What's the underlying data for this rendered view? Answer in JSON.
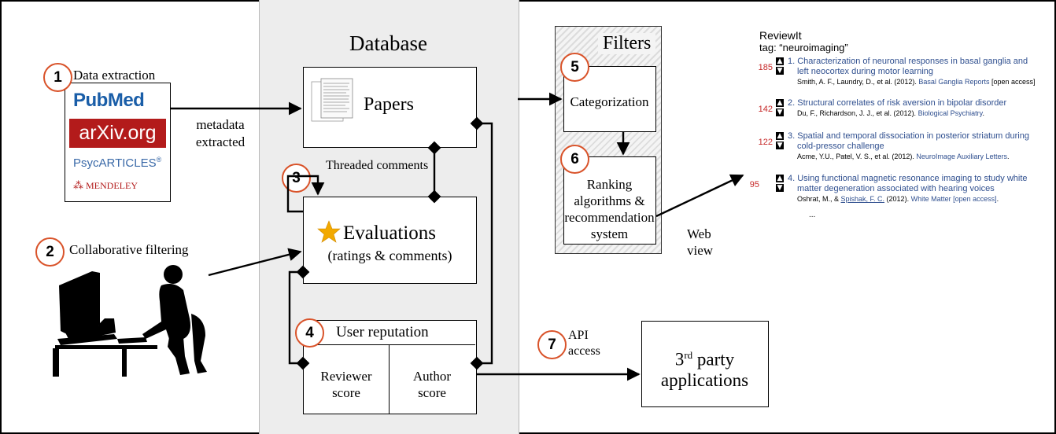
{
  "database": {
    "title": "Database"
  },
  "filters": {
    "title": "Filters"
  },
  "steps": {
    "data_extraction": {
      "num": "1",
      "label": "Data extraction"
    },
    "collaborative_filtering": {
      "num": "2",
      "label": "Collaborative filtering"
    },
    "threaded_comments": {
      "num": "3",
      "label": "Threaded comments"
    },
    "user_reputation": {
      "num": "4",
      "label": "User reputation"
    },
    "categorization": {
      "num": "5",
      "label": "Categorization"
    },
    "ranking": {
      "num": "6",
      "line1": "Ranking",
      "line2": "algorithms &",
      "line3": "recommendation",
      "line4": "system"
    },
    "api": {
      "num": "7",
      "line1": "API",
      "line2": "access"
    }
  },
  "sources": {
    "pubmed": "PubMed",
    "arxiv": "arXiv.org",
    "psycarticles": "PsycARTICLES",
    "psyc_reg": "®",
    "mendeley": "MENDELEY"
  },
  "labels": {
    "metadata_line1": "metadata",
    "metadata_line2": "extracted",
    "web_line1": "Web",
    "web_line2": "view"
  },
  "boxes": {
    "papers": "Papers",
    "evaluations": "Evaluations",
    "evaluations_sub": "(ratings & comments)",
    "reviewer_line1": "Reviewer",
    "reviewer_line2": "score",
    "author_line1": "Author",
    "author_line2": "score",
    "third_party_sup": "rd",
    "third_party_pre": "3",
    "third_party_line1_rest": " party",
    "third_party_line2": "applications"
  },
  "reviewit": {
    "app": "ReviewIt",
    "tag": "tag: “neuroimaging”",
    "items": [
      {
        "count": "185",
        "title_line1": "1. Characterization of neuronal responses in basal ganglia and",
        "title_line2": "left neocortex during motor learning",
        "cite_authors": "Smith, A. F., Laundry, D., et al. (2012). ",
        "cite_journal": "Basal Ganglia Reports",
        "cite_tail": " [open access]"
      },
      {
        "count": "142",
        "title_line1": "2. Structural correlates of risk aversion in bipolar disorder",
        "cite_authors": "Du, F., Richardson, J. J., et al. (2012). ",
        "cite_journal": "Biological Psychiatry",
        "cite_tail": "."
      },
      {
        "count": "122",
        "title_line1": "3. Spatial and temporal dissociation in posterior striatum during",
        "title_line2": "cold-pressor challenge",
        "cite_authors": "Acme, Y.U., Patel, V. S., et al. (2012). ",
        "cite_journal": "NeuroImage Auxiliary Letters",
        "cite_tail": "."
      },
      {
        "count": "95",
        "title_line1": "4. Using functional magnetic resonance imaging to study white",
        "title_line2": "matter degeneration associated with hearing voices",
        "cite_authors": "Oshrat, M., & ",
        "cite_extra": "Spishak, F. C.",
        "cite_mid": " (2012). ",
        "cite_journal": "White Matter [open access]",
        "cite_tail": "."
      }
    ],
    "more": "..."
  },
  "colors": {
    "accent": "#d9532a",
    "link": "#2f4f8f",
    "count": "#c62828",
    "star": "#f2a900"
  },
  "icons": [
    "star-icon",
    "vote-up-icon",
    "vote-down-icon",
    "computer-user-silhouette-icon",
    "paper-document-icon"
  ]
}
